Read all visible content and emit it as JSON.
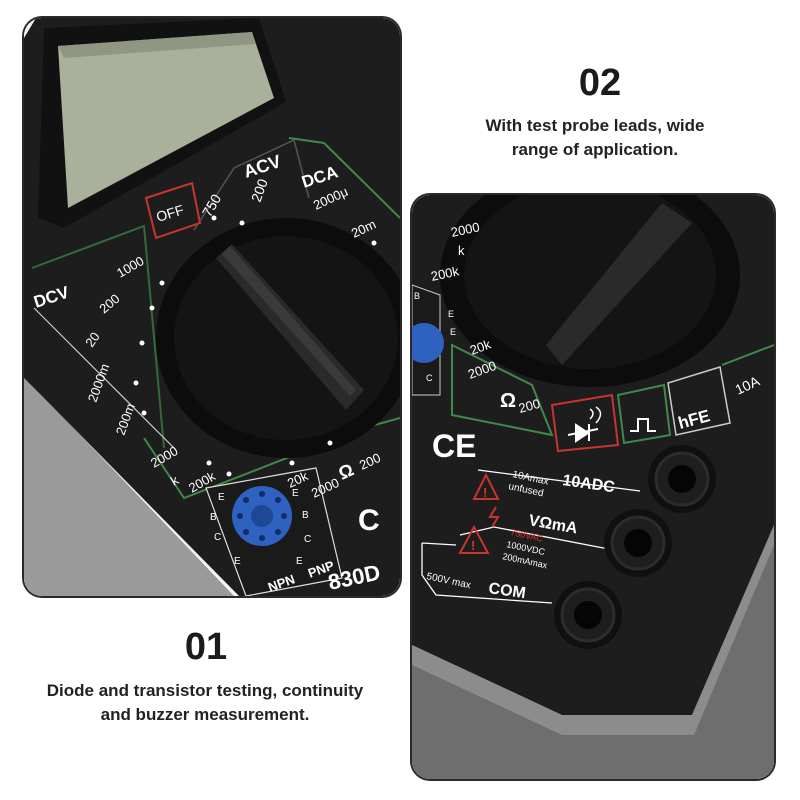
{
  "features": [
    {
      "number": "02",
      "description_line1": "With test probe leads, wide",
      "description_line2": "range of application."
    },
    {
      "number": "01",
      "description_line1": "Diode and transistor testing, continuity",
      "description_line2": "and buzzer measurement."
    }
  ],
  "meter_left": {
    "sections": {
      "off": "OFF",
      "acv": "ACV",
      "dca": "DCA",
      "dcv": "DCV"
    },
    "acv_ranges": [
      "750",
      "200"
    ],
    "dca_ranges": [
      "2000μ",
      "20m"
    ],
    "dcv_ranges": [
      "1000",
      "200",
      "20",
      "2000m",
      "200m"
    ],
    "ohm_ranges": [
      "2000",
      "k",
      "200k",
      "20k",
      "2000",
      "Ω",
      "200"
    ],
    "transistor_labels": {
      "npn": "NPN",
      "pnp": "PNP",
      "pins": [
        "E",
        "B",
        "C",
        "E",
        "E",
        "B",
        "C",
        "E"
      ]
    },
    "model_fragment": "830D",
    "ce_fragment": "C"
  },
  "meter_right": {
    "ohm_ranges": [
      "2000",
      "k",
      "200k",
      "20k",
      "2000",
      "Ω",
      "200"
    ],
    "mode_labels": {
      "hfe": "hFE",
      "amp10": "10A"
    },
    "ce_mark": "CE",
    "jacks": {
      "adc": "10ADC",
      "adc_note_1": "10Amax",
      "adc_note_2": "unfused",
      "vma": "VΩmA",
      "vma_note_1": "750VAC",
      "vma_note_2": "1000VDC",
      "vma_note_3": "200mAmax",
      "com": "COM",
      "com_note": "500V max"
    },
    "pins": [
      "E",
      "E",
      "B",
      "C"
    ]
  },
  "colors": {
    "body": "#1c1c1c",
    "lcd": "#a9b19a",
    "accent_green": "#3f8a4a",
    "accent_red": "#c8342e",
    "socket_blue": "#2f62c0"
  }
}
